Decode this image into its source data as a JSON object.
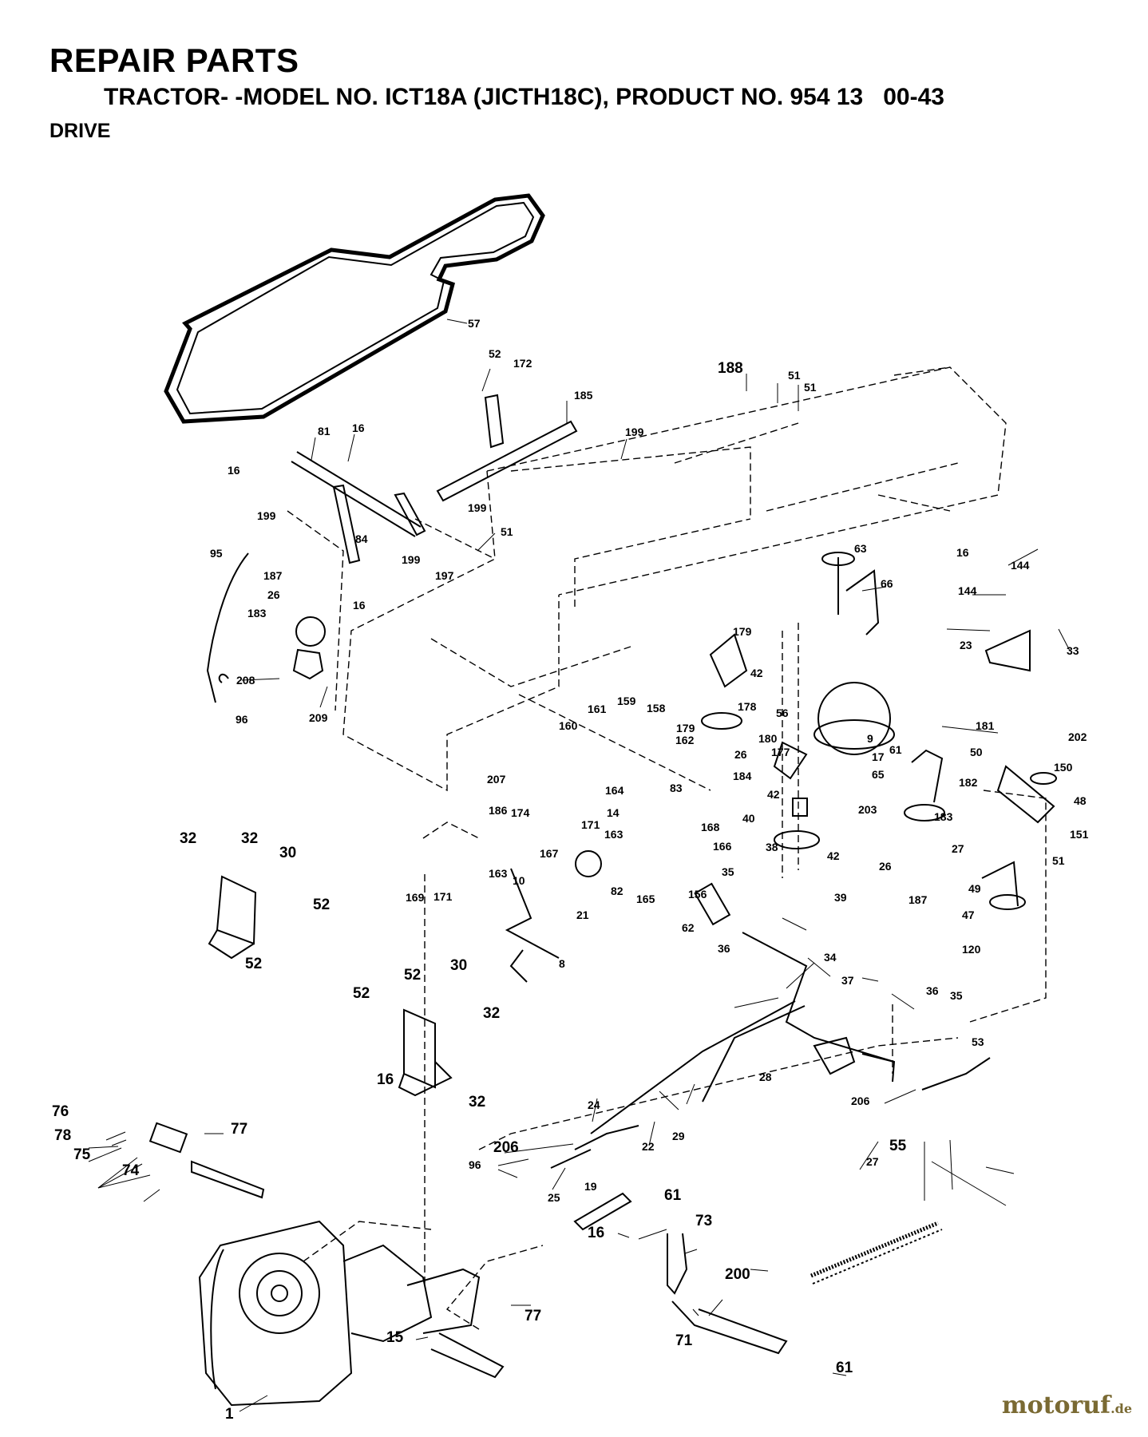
{
  "header": {
    "title": "REPAIR PARTS",
    "subtitle": "TRACTOR- -MODEL NO. ICT18A (JICTH18C), PRODUCT NO. 954 13   00-43",
    "section": "DRIVE"
  },
  "watermark": {
    "name": "motoruf",
    "tld": ".de",
    "color": "#7a6a33"
  },
  "part_labels": [
    {
      "id": "p57",
      "text": "57"
    },
    {
      "id": "p52a",
      "text": "52"
    },
    {
      "id": "p172",
      "text": "172"
    },
    {
      "id": "p185",
      "text": "185"
    },
    {
      "id": "p199a",
      "text": "199"
    },
    {
      "id": "p188",
      "text": "188"
    },
    {
      "id": "p51a",
      "text": "51"
    },
    {
      "id": "p51b",
      "text": "51"
    },
    {
      "id": "p81",
      "text": "81"
    },
    {
      "id": "p16a",
      "text": "16"
    },
    {
      "id": "p16b",
      "text": "16"
    },
    {
      "id": "p199b",
      "text": "199"
    },
    {
      "id": "p51c",
      "text": "51"
    },
    {
      "id": "p199c",
      "text": "199"
    },
    {
      "id": "p84",
      "text": "84"
    },
    {
      "id": "p199d",
      "text": "199"
    },
    {
      "id": "p95",
      "text": "95"
    },
    {
      "id": "p187a",
      "text": "187"
    },
    {
      "id": "p197",
      "text": "197"
    },
    {
      "id": "p26a",
      "text": "26"
    },
    {
      "id": "p16c",
      "text": "16"
    },
    {
      "id": "p183a",
      "text": "183"
    },
    {
      "id": "p63",
      "text": "63"
    },
    {
      "id": "p16d",
      "text": "16"
    },
    {
      "id": "p144a",
      "text": "144"
    },
    {
      "id": "p144b",
      "text": "144"
    },
    {
      "id": "p66",
      "text": "66"
    },
    {
      "id": "p23",
      "text": "23"
    },
    {
      "id": "p33",
      "text": "33"
    },
    {
      "id": "p179a",
      "text": "179"
    },
    {
      "id": "p42a",
      "text": "42"
    },
    {
      "id": "p208",
      "text": "208"
    },
    {
      "id": "p96a",
      "text": "96"
    },
    {
      "id": "p209",
      "text": "209"
    },
    {
      "id": "p178",
      "text": "178"
    },
    {
      "id": "p56",
      "text": "56"
    },
    {
      "id": "p161",
      "text": "161"
    },
    {
      "id": "p159",
      "text": "159"
    },
    {
      "id": "p158",
      "text": "158"
    },
    {
      "id": "p160",
      "text": "160"
    },
    {
      "id": "p162",
      "text": "162"
    },
    {
      "id": "p179b",
      "text": "179"
    },
    {
      "id": "p180",
      "text": "180"
    },
    {
      "id": "p9",
      "text": "9"
    },
    {
      "id": "p61a",
      "text": "61"
    },
    {
      "id": "p181",
      "text": "181"
    },
    {
      "id": "p202",
      "text": "202"
    },
    {
      "id": "p26b",
      "text": "26"
    },
    {
      "id": "p177",
      "text": "177"
    },
    {
      "id": "p17",
      "text": "17"
    },
    {
      "id": "p50",
      "text": "50"
    },
    {
      "id": "p150",
      "text": "150"
    },
    {
      "id": "p184",
      "text": "184"
    },
    {
      "id": "p65",
      "text": "65"
    },
    {
      "id": "p164",
      "text": "164"
    },
    {
      "id": "p207",
      "text": "207"
    },
    {
      "id": "p14",
      "text": "14"
    },
    {
      "id": "p83",
      "text": "83"
    },
    {
      "id": "p182",
      "text": "182"
    },
    {
      "id": "p42b",
      "text": "42"
    },
    {
      "id": "p203",
      "text": "203"
    },
    {
      "id": "p48",
      "text": "48"
    },
    {
      "id": "p186",
      "text": "186"
    },
    {
      "id": "p174",
      "text": "174"
    },
    {
      "id": "p40",
      "text": "40"
    },
    {
      "id": "p183b",
      "text": "183"
    },
    {
      "id": "p171a",
      "text": "171"
    },
    {
      "id": "p163a",
      "text": "163"
    },
    {
      "id": "p168",
      "text": "168"
    },
    {
      "id": "p27a",
      "text": "27"
    },
    {
      "id": "p151",
      "text": "151"
    },
    {
      "id": "p166",
      "text": "166"
    },
    {
      "id": "p38",
      "text": "38"
    },
    {
      "id": "p167",
      "text": "167"
    },
    {
      "id": "p42c",
      "text": "42"
    },
    {
      "id": "p51d",
      "text": "51"
    },
    {
      "id": "p32a",
      "text": "32"
    },
    {
      "id": "p32b",
      "text": "32"
    },
    {
      "id": "p30a",
      "text": "30"
    },
    {
      "id": "p26c",
      "text": "26"
    },
    {
      "id": "p163b",
      "text": "163"
    },
    {
      "id": "p169",
      "text": "169"
    },
    {
      "id": "p171b",
      "text": "171"
    },
    {
      "id": "p35a",
      "text": "35"
    },
    {
      "id": "p187b",
      "text": "187"
    },
    {
      "id": "p10",
      "text": "10"
    },
    {
      "id": "p49",
      "text": "49"
    },
    {
      "id": "p82",
      "text": "82"
    },
    {
      "id": "p165",
      "text": "165"
    },
    {
      "id": "p156",
      "text": "156"
    },
    {
      "id": "p39",
      "text": "39"
    },
    {
      "id": "p52b",
      "text": "52"
    },
    {
      "id": "p21",
      "text": "21"
    },
    {
      "id": "p47",
      "text": "47"
    },
    {
      "id": "p52c",
      "text": "52"
    },
    {
      "id": "p62",
      "text": "62"
    },
    {
      "id": "p36a",
      "text": "36"
    },
    {
      "id": "p120",
      "text": "120"
    },
    {
      "id": "p8",
      "text": "8"
    },
    {
      "id": "p34",
      "text": "34"
    },
    {
      "id": "p52d",
      "text": "52"
    },
    {
      "id": "p30b",
      "text": "30"
    },
    {
      "id": "p37",
      "text": "37"
    },
    {
      "id": "p52e",
      "text": "52"
    },
    {
      "id": "p36b",
      "text": "36"
    },
    {
      "id": "p35b",
      "text": "35"
    },
    {
      "id": "p32c",
      "text": "32"
    },
    {
      "id": "p53",
      "text": "53"
    },
    {
      "id": "p16e",
      "text": "16"
    },
    {
      "id": "p28",
      "text": "28"
    },
    {
      "id": "p32d",
      "text": "32"
    },
    {
      "id": "p206a",
      "text": "206"
    },
    {
      "id": "p76",
      "text": "76"
    },
    {
      "id": "p24",
      "text": "24"
    },
    {
      "id": "p77a",
      "text": "77"
    },
    {
      "id": "p78",
      "text": "78"
    },
    {
      "id": "p22",
      "text": "22"
    },
    {
      "id": "p29",
      "text": "29"
    },
    {
      "id": "p206b",
      "text": "206"
    },
    {
      "id": "p75",
      "text": "75"
    },
    {
      "id": "p27b",
      "text": "27"
    },
    {
      "id": "p74",
      "text": "74"
    },
    {
      "id": "p96b",
      "text": "96"
    },
    {
      "id": "p19",
      "text": "19"
    },
    {
      "id": "p25",
      "text": "25"
    },
    {
      "id": "p55",
      "text": "55"
    },
    {
      "id": "p61b",
      "text": "61"
    },
    {
      "id": "p73",
      "text": "73"
    },
    {
      "id": "p16f",
      "text": "16"
    },
    {
      "id": "p200",
      "text": "200"
    },
    {
      "id": "p77b",
      "text": "77"
    },
    {
      "id": "p71",
      "text": "71"
    },
    {
      "id": "p1",
      "text": "1"
    },
    {
      "id": "p15",
      "text": "15"
    },
    {
      "id": "p61c",
      "text": "61"
    }
  ]
}
